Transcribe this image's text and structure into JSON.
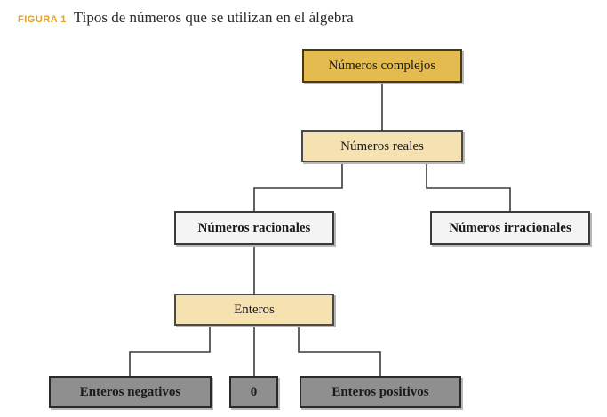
{
  "caption": {
    "label": "FIGURA 1",
    "text": "Tipos de números que se utilizan en el álgebra"
  },
  "nodes": {
    "complex": "Números complejos",
    "real": "Números reales",
    "rational": "Números racionales",
    "irrational": "Números irracionales",
    "integers": "Enteros",
    "negative": "Enteros negativos",
    "zero": "0",
    "positive": "Enteros positivos"
  },
  "colors": {
    "caption_label": "#e6a020",
    "complex_fill": "#e4bb4f",
    "level_fill": "#f5e2b0",
    "light_fill": "#f4f4f4",
    "dark_fill": "#8f8f8f",
    "connector": "#3a3a3a"
  }
}
